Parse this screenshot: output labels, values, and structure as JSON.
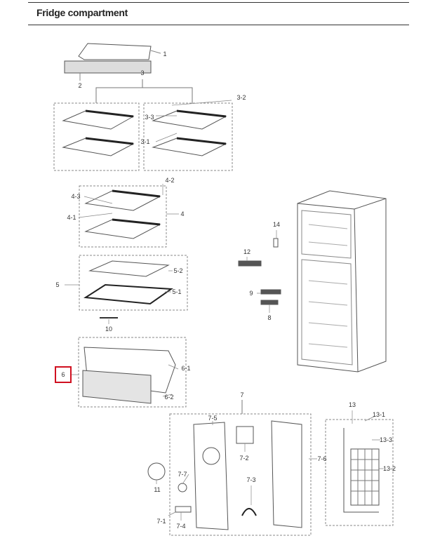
{
  "header": {
    "title": "Fridge compartment"
  },
  "highlight_color": "#d01020",
  "parts": {
    "p1": "1",
    "p2": "2",
    "p3": "3",
    "p3_1": "3-1",
    "p3_2": "3-2",
    "p3_3": "3-3",
    "p4": "4",
    "p4_1": "4-1",
    "p4_2": "4-2",
    "p4_3": "4-3",
    "p5": "5",
    "p5_1": "5-1",
    "p5_2": "5-2",
    "p6": "6",
    "p6_1": "6-1",
    "p6_2": "6-2",
    "p7": "7",
    "p7_1": "7-1",
    "p7_2": "7-2",
    "p7_3": "7-3",
    "p7_4": "7-4",
    "p7_5": "7-5",
    "p7_6": "7-6",
    "p7_7": "7-7",
    "p8": "8",
    "p9": "9",
    "p10": "10",
    "p11": "11",
    "p12": "12",
    "p13": "13",
    "p13_1": "13-1",
    "p13_2": "13-2",
    "p13_3": "13-3",
    "p14": "14"
  }
}
